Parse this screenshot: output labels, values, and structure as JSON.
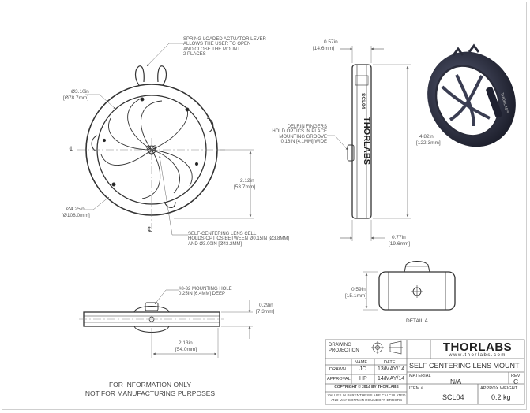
{
  "notes": {
    "actuator": [
      "SPRING-LOADED ACTUATOR LEVER",
      "ALLOWS THE USER TO OPEN",
      "AND CLOSE THE MOUNT",
      "2 PLACES"
    ],
    "delrin": [
      "DELRIN FINGERS",
      "HOLD OPTICS IN PLACE",
      "MOUNTING GROOVE",
      "0.16in [4.1mm] WIDE"
    ],
    "lens_cell": [
      "SELF-CENTERING LENS CELL",
      "HOLDS OPTICS BETWEEN Ø0.15in [Ø3.8mm]",
      "AND Ø3.00in [Ø43.2mm]"
    ],
    "mounting_hole": [
      "#8-32 MOUNTING HOLE",
      "0.25in [6.4mm] DEEP"
    ]
  },
  "dimensions": {
    "d_inner": [
      "Ø3.10in",
      "[Ø78.7mm]"
    ],
    "d_outer": [
      "Ø4.25in",
      "[Ø108.0mm]"
    ],
    "h_center": [
      "2.12in",
      "[53.7mm]"
    ],
    "thick": [
      "0.57in",
      "[14.6mm]"
    ],
    "height": [
      "4.82in",
      "[122.3mm]"
    ],
    "base_w": [
      "0.77in",
      "[19.6mm]"
    ],
    "detail_h": [
      "0.59in",
      "[15.1mm]"
    ],
    "side_h": [
      "0.29in",
      "[7.3mm]"
    ],
    "side_w": [
      "2.13in",
      "[54.0mm]"
    ]
  },
  "centerline_symbol": "℄",
  "side_label": "SCL04",
  "side_logo": "THORLABS",
  "detail_label": "DETAIL A",
  "disclaimer": [
    "FOR INFORMATION ONLY",
    "NOT FOR MANUFACTURING PURPOSES"
  ],
  "title_block": {
    "drawing_projection": [
      "DRAWING",
      "PROJECTION"
    ],
    "name_header": "NAME",
    "date_header": "DATE",
    "drawn_label": "DRAWN",
    "drawn_name": "JC",
    "drawn_date": "13/MAY/14",
    "approval_label": "APPROVAL",
    "approval_name": "HP",
    "approval_date": "14/MAY/14",
    "copyright": "COPYRIGHT © 2014 BY THORLABS",
    "values_note": [
      "VALUES IN PARENTHESIS ARE CALCULATED",
      "AND MAY CONTAIN ROUNDOFF ERRORS"
    ],
    "logo": "THORLABS",
    "url": "www.thorlabs.com",
    "title": "SELF CENTERING LENS MOUNT",
    "material_label": "MATERIAL",
    "material_value": "N/A",
    "rev_label": "REV",
    "rev_value": "C",
    "item_label": "ITEM #",
    "item_value": "SCL04",
    "weight_label": "APPROX WEIGHT",
    "weight_value": "0.2 kg"
  }
}
